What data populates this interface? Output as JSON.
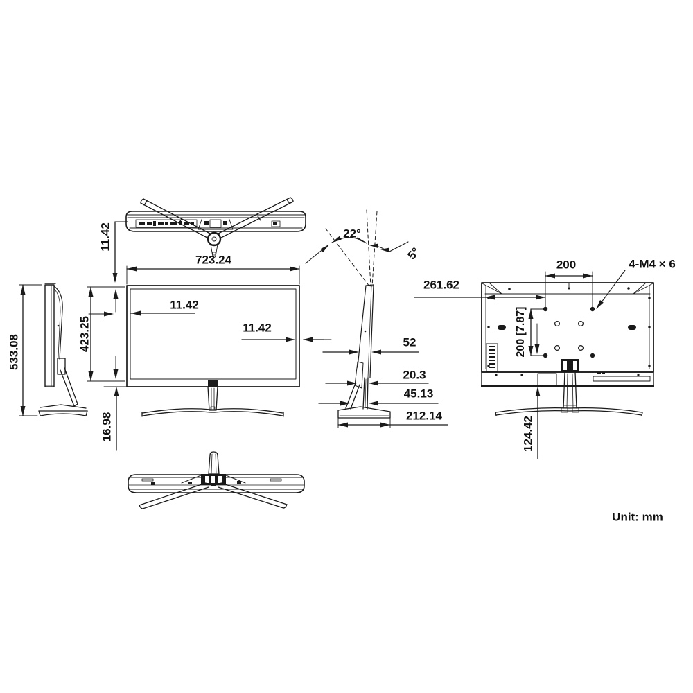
{
  "title": "Monitor dimensional drawing",
  "colors": {
    "line": "#1a1a1a",
    "background": "#ffffff"
  },
  "dims": {
    "top_view_bezel": "11.42",
    "width": "723.24",
    "left_bezel": "11.42",
    "right_bezel": "11.42",
    "panel_height": "423.25",
    "total_height": "533.08",
    "bottom_chin": "16.98",
    "tilt_back": "22°",
    "tilt_forward": "5°",
    "thickness": "52",
    "neck_depth": "20.3",
    "hinge_depth": "45.13",
    "base_depth": "212.14",
    "vesa_edge_offset": "261.62",
    "vesa_horizontal": "200",
    "vesa_vertical": "200 [7.87]",
    "screw_spec": "4-M4 × 6",
    "vesa_bottom_offset": "124.42"
  },
  "footer": {
    "unit_label": "Unit: mm"
  }
}
